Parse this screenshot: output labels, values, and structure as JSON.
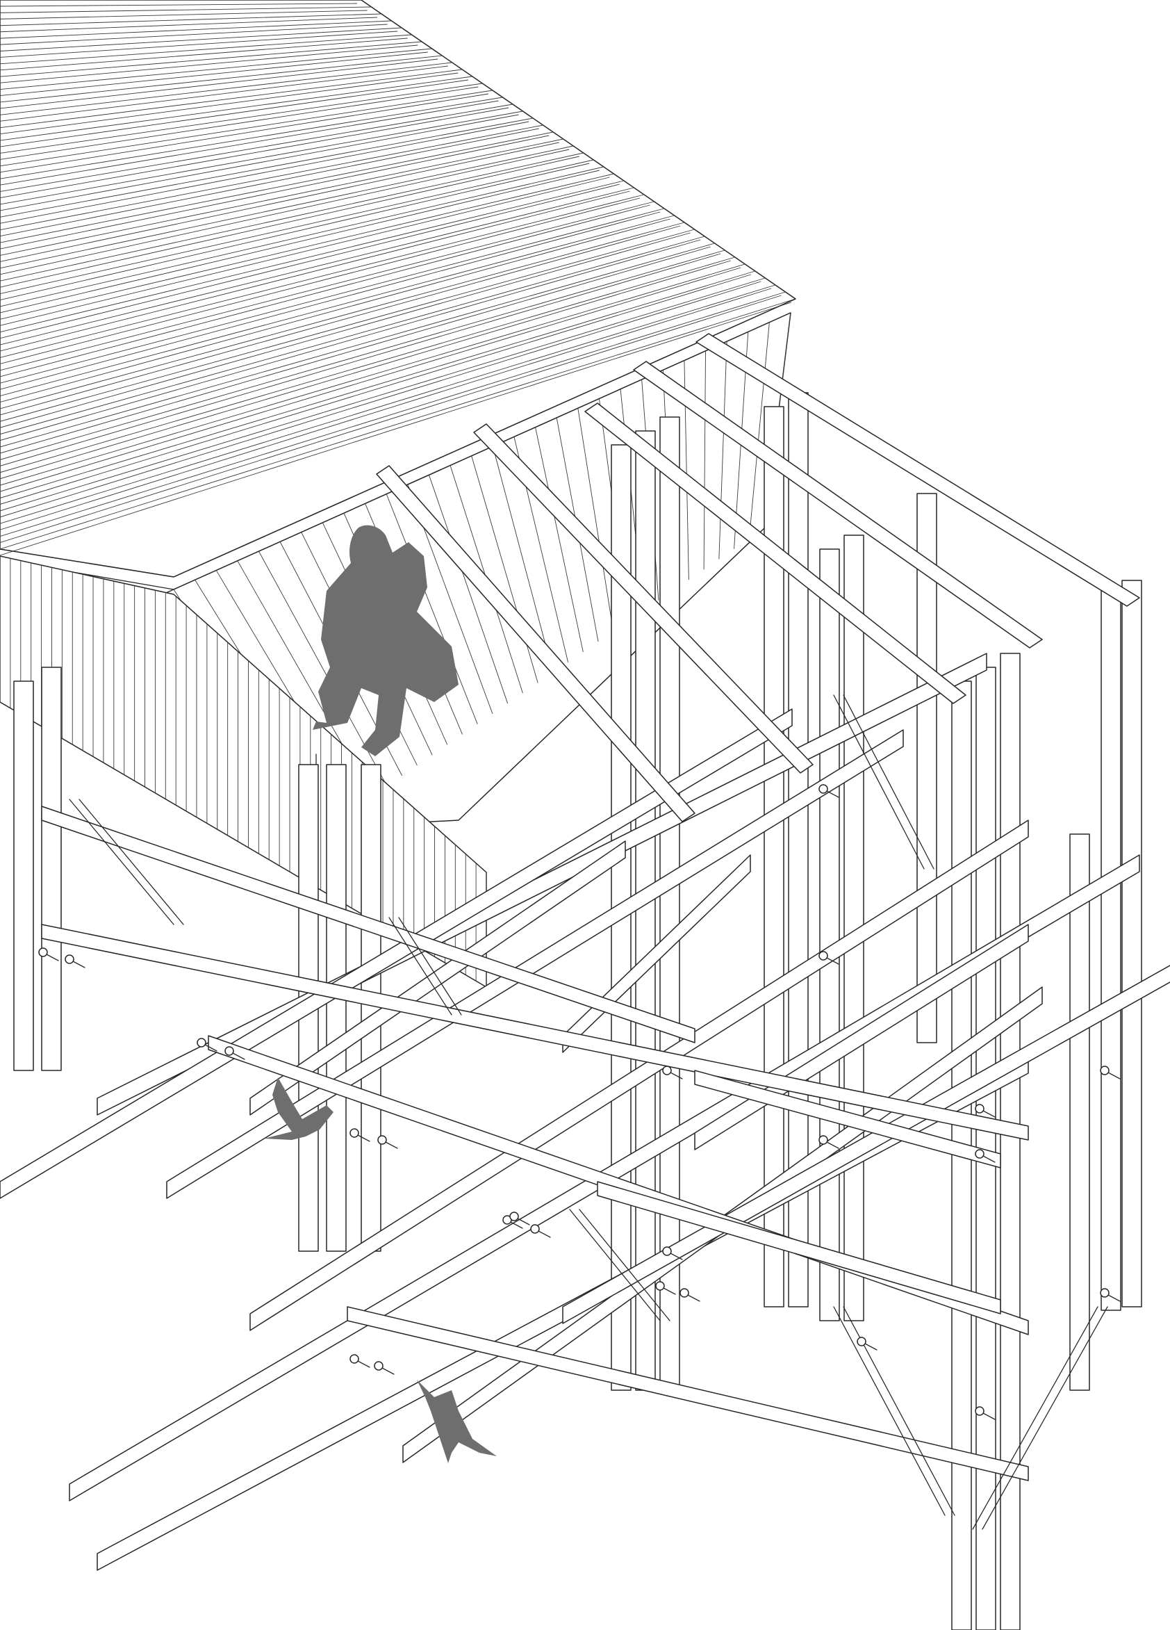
{
  "drawing": {
    "colors": {
      "background": "#ffffff",
      "line": "#262626",
      "silhouette": "#6e6e6e"
    },
    "elements": {
      "roof": "corrugated-sheet-roof",
      "deck": "timber-plank-walkway",
      "structure": "timber-scaffold-frame",
      "figures": "two-people-silhouette",
      "birds": [
        "bird-in-flight-silhouette",
        "perched-bird-silhouette"
      ]
    }
  }
}
